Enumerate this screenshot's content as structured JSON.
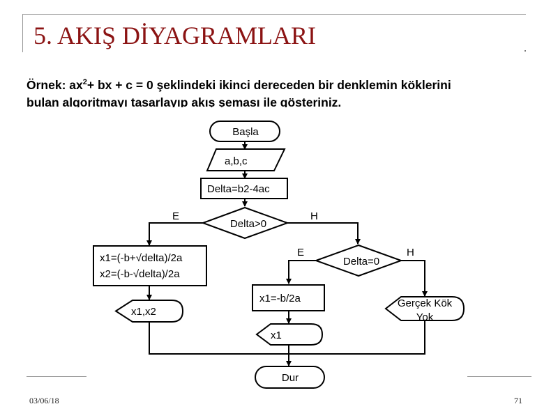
{
  "slide": {
    "title": "5. AKIŞ DİYAGRAMLARI",
    "question_line1_pre": "Örnek: ax",
    "question_line1_sup": "2",
    "question_line1_post": "+ bx + c = 0 şeklindeki ikinci dereceden bir denklemin köklerini",
    "question_line2": "bulan algoritmayı tasarlayıp akış şeması ile gösteriniz.",
    "date": "03/06/18",
    "page_number": "71"
  },
  "flowchart": {
    "start": "Başla",
    "input": "a,b,c",
    "compute": "Delta=b2-4ac",
    "decision1": "Delta>0",
    "decision1_yes": "E",
    "decision1_no": "H",
    "roots_line1": "x1=(-b+√delta)/2a",
    "roots_line2": "x2=(-b-√delta)/2a",
    "output_roots": "x1,x2",
    "decision2": "Delta=0",
    "decision2_yes": "E",
    "decision2_no": "H",
    "single_root": "x1=-b/2a",
    "output_single": "x1",
    "no_real_line1": "Gerçek Kök",
    "no_real_line2": "Yok",
    "end": "Dur"
  }
}
